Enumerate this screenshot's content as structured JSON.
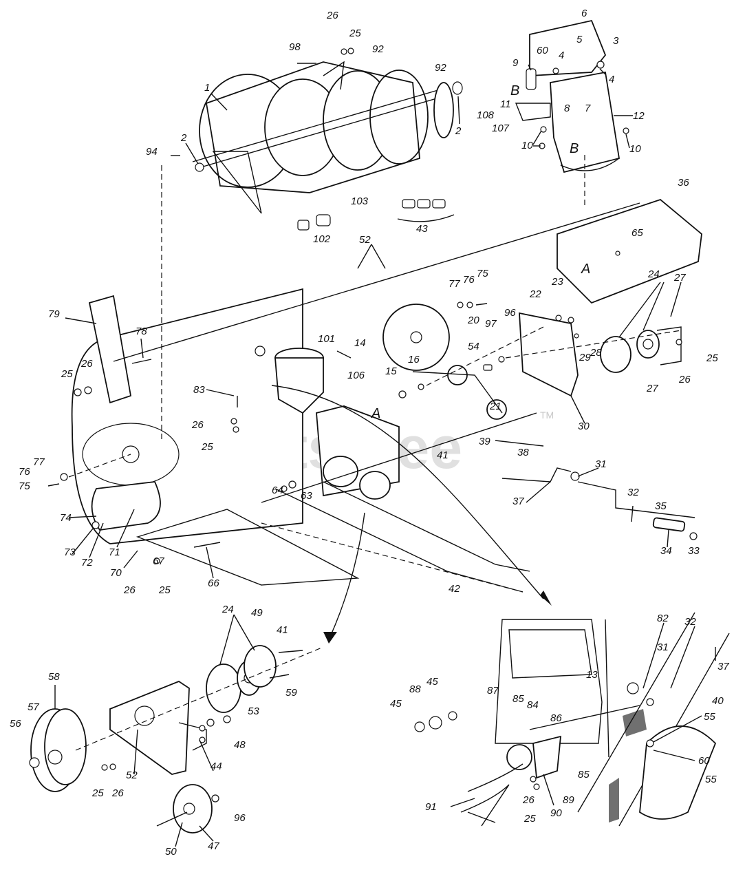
{
  "watermark": {
    "text": "PartsTree",
    "mark": "TM"
  },
  "labels": {
    "l1": "1",
    "l2a": "2",
    "l2b": "2",
    "l3": "3",
    "l4a": "4",
    "l4b": "4",
    "l5": "5",
    "l6": "6",
    "l7": "7",
    "l8": "8",
    "l9": "9",
    "l10a": "10",
    "l10b": "10",
    "l11": "11",
    "l12": "12",
    "l13": "13",
    "l14": "14",
    "l15": "15",
    "l16": "16",
    "l20": "20",
    "l21": "21",
    "l22": "22",
    "l23": "23",
    "l24a": "24",
    "l24b": "24",
    "l25a": "25",
    "l25b": "25",
    "l25c": "25",
    "l25d": "25",
    "l25e": "25",
    "l25f": "25",
    "l25g": "25",
    "l26a": "26",
    "l26b": "26",
    "l26c": "26",
    "l26d": "26",
    "l26e": "26",
    "l26f": "26",
    "l26g": "26",
    "l27a": "27",
    "l27b": "27",
    "l28": "28",
    "l29": "29",
    "l30": "30",
    "l31a": "31",
    "l31b": "31",
    "l32a": "32",
    "l32b": "32",
    "l33": "33",
    "l34": "34",
    "l35": "35",
    "l36": "36",
    "l37a": "37",
    "l37b": "37",
    "l38": "38",
    "l39": "39",
    "l40": "40",
    "l41a": "41",
    "l41b": "41",
    "l42": "42",
    "l43": "43",
    "l44": "44",
    "l45a": "45",
    "l45b": "45",
    "l47": "47",
    "l48": "48",
    "l49": "49",
    "l50": "50",
    "l52a": "52",
    "l52b": "52",
    "l53": "53",
    "l54": "54",
    "l55a": "55",
    "l55b": "55",
    "l56": "56",
    "l57": "57",
    "l58": "58",
    "l59": "59",
    "l60a": "60",
    "l60b": "60",
    "l63": "63",
    "l64": "64",
    "l65": "65",
    "l66": "66",
    "l67": "67",
    "l70": "70",
    "l71": "71",
    "l72": "72",
    "l73": "73",
    "l74": "74",
    "l75a": "75",
    "l75b": "75",
    "l76a": "76",
    "l76b": "76",
    "l77a": "77",
    "l77b": "77",
    "l78": "78",
    "l79": "79",
    "l82": "82",
    "l83": "83",
    "l84": "84",
    "l85a": "85",
    "l85b": "85",
    "l86": "86",
    "l87": "87",
    "l88": "88",
    "l89": "89",
    "l90": "90",
    "l91": "91",
    "l92a": "92",
    "l92b": "92",
    "l94": "94",
    "l96a": "96",
    "l96b": "96",
    "l97": "97",
    "l98": "98",
    "l101": "101",
    "l102": "102",
    "l103": "103",
    "l106": "106",
    "l107": "107",
    "l108": "108",
    "refA1": "A",
    "refA2": "A",
    "refB1": "B",
    "refB2": "B"
  }
}
